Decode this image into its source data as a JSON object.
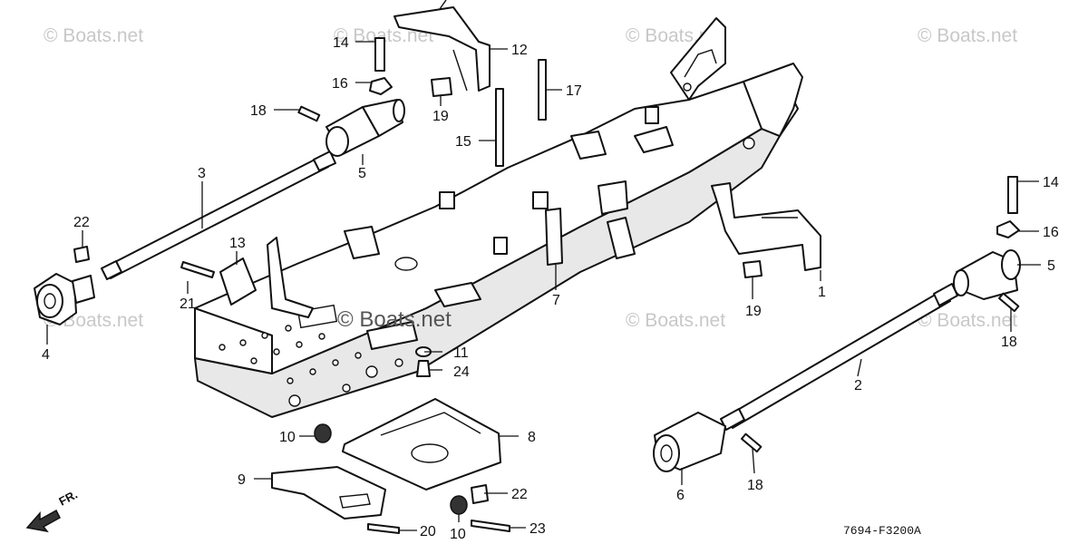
{
  "watermark": {
    "small": "© Boats.net",
    "main": "© Boats.net"
  },
  "diagram_code": "7694-F3200A",
  "direction_label": "FR.",
  "callouts": {
    "c1": "1",
    "c2": "2",
    "c3": "3",
    "c4": "4",
    "c5a": "5",
    "c5b": "5",
    "c6": "6",
    "c7": "7",
    "c8": "8",
    "c9": "9",
    "c10a": "10",
    "c10b": "10",
    "c11": "11",
    "c12": "12",
    "c13": "13",
    "c14a": "14",
    "c14b": "14",
    "c15": "15",
    "c16a": "16",
    "c16b": "16",
    "c17": "17",
    "c18a": "18",
    "c18b": "18",
    "c18c": "18",
    "c19a": "19",
    "c19b": "19",
    "c20": "20",
    "c21": "21",
    "c22a": "22",
    "c22b": "22",
    "c23": "23",
    "c24": "24"
  }
}
